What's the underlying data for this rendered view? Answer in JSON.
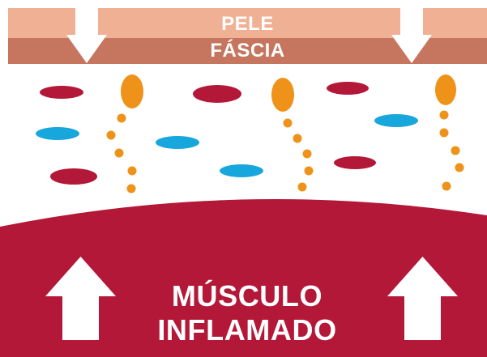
{
  "layers": {
    "skin": "PELE",
    "fascia": "FÁSCIA",
    "muscle_line_1": "MÚSCULO",
    "muscle_line_2": "INFLAMADO"
  },
  "colors": {
    "skin": "#efb093",
    "fascia": "#c6765f",
    "muscle": "#b41838",
    "red_cell": "#b41838",
    "blue_cell": "#18a7dc",
    "orange_dot": "#ef9219",
    "arrow": "#ffffff"
  },
  "icons": {
    "down_arrow": "down-arrow-icon",
    "up_arrow": "up-arrow-icon"
  }
}
